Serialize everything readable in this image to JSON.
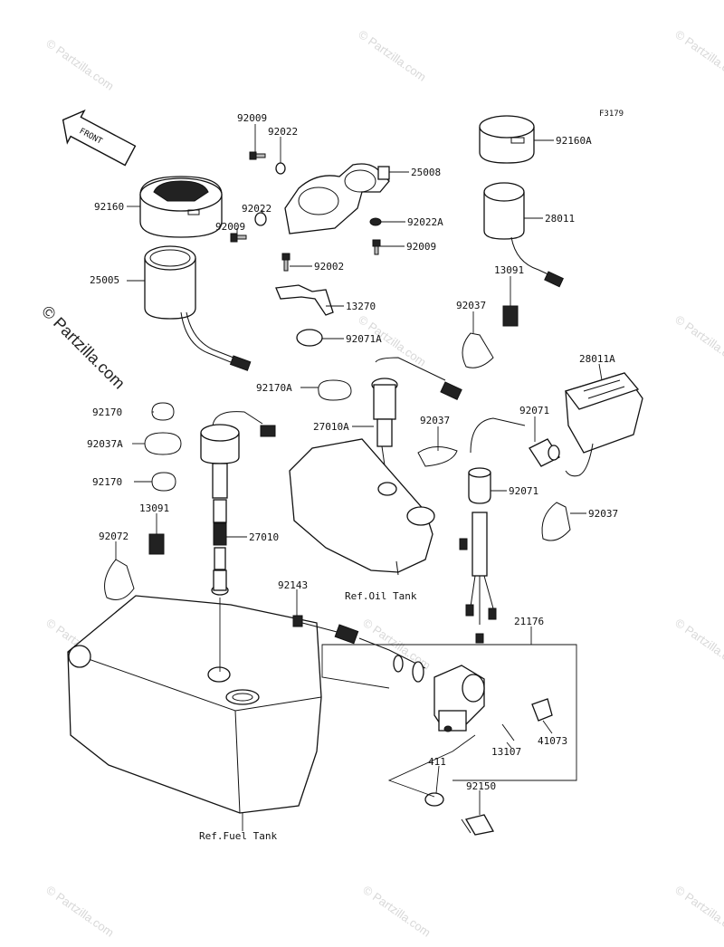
{
  "diagram_code": "F3179",
  "front_arrow": "FRONT",
  "watermark": "© Partzilla.com",
  "parts": {
    "p92009a": "92009",
    "p92022a": "92022",
    "p25008": "25008",
    "p92160": "92160",
    "p92022b": "92022",
    "p92009b": "92009",
    "p92022A": "92022A",
    "p92009c": "92009",
    "p25005": "25005",
    "p92002": "92002",
    "p13270": "13270",
    "p92071A": "92071A",
    "p92160A": "92160A",
    "p28011": "28011",
    "p13091a": "13091",
    "p92037a": "92037",
    "p28011A": "28011A",
    "p92170A": "92170A",
    "p92170a": "92170",
    "p27010A": "27010A",
    "p92037b": "92037",
    "p92071": "92071",
    "p92037A": "92037A",
    "p92170b": "92170",
    "p92071b": "92071",
    "p92037c": "92037",
    "p13091b": "13091",
    "p27010": "27010",
    "p92072": "92072",
    "p92143": "92143",
    "p21176": "21176",
    "p41073": "41073",
    "p13107": "13107",
    "p411": "411",
    "p92150": "92150"
  },
  "refs": {
    "oil_tank": "Ref.Oil Tank",
    "fuel_tank": "Ref.Fuel Tank"
  }
}
